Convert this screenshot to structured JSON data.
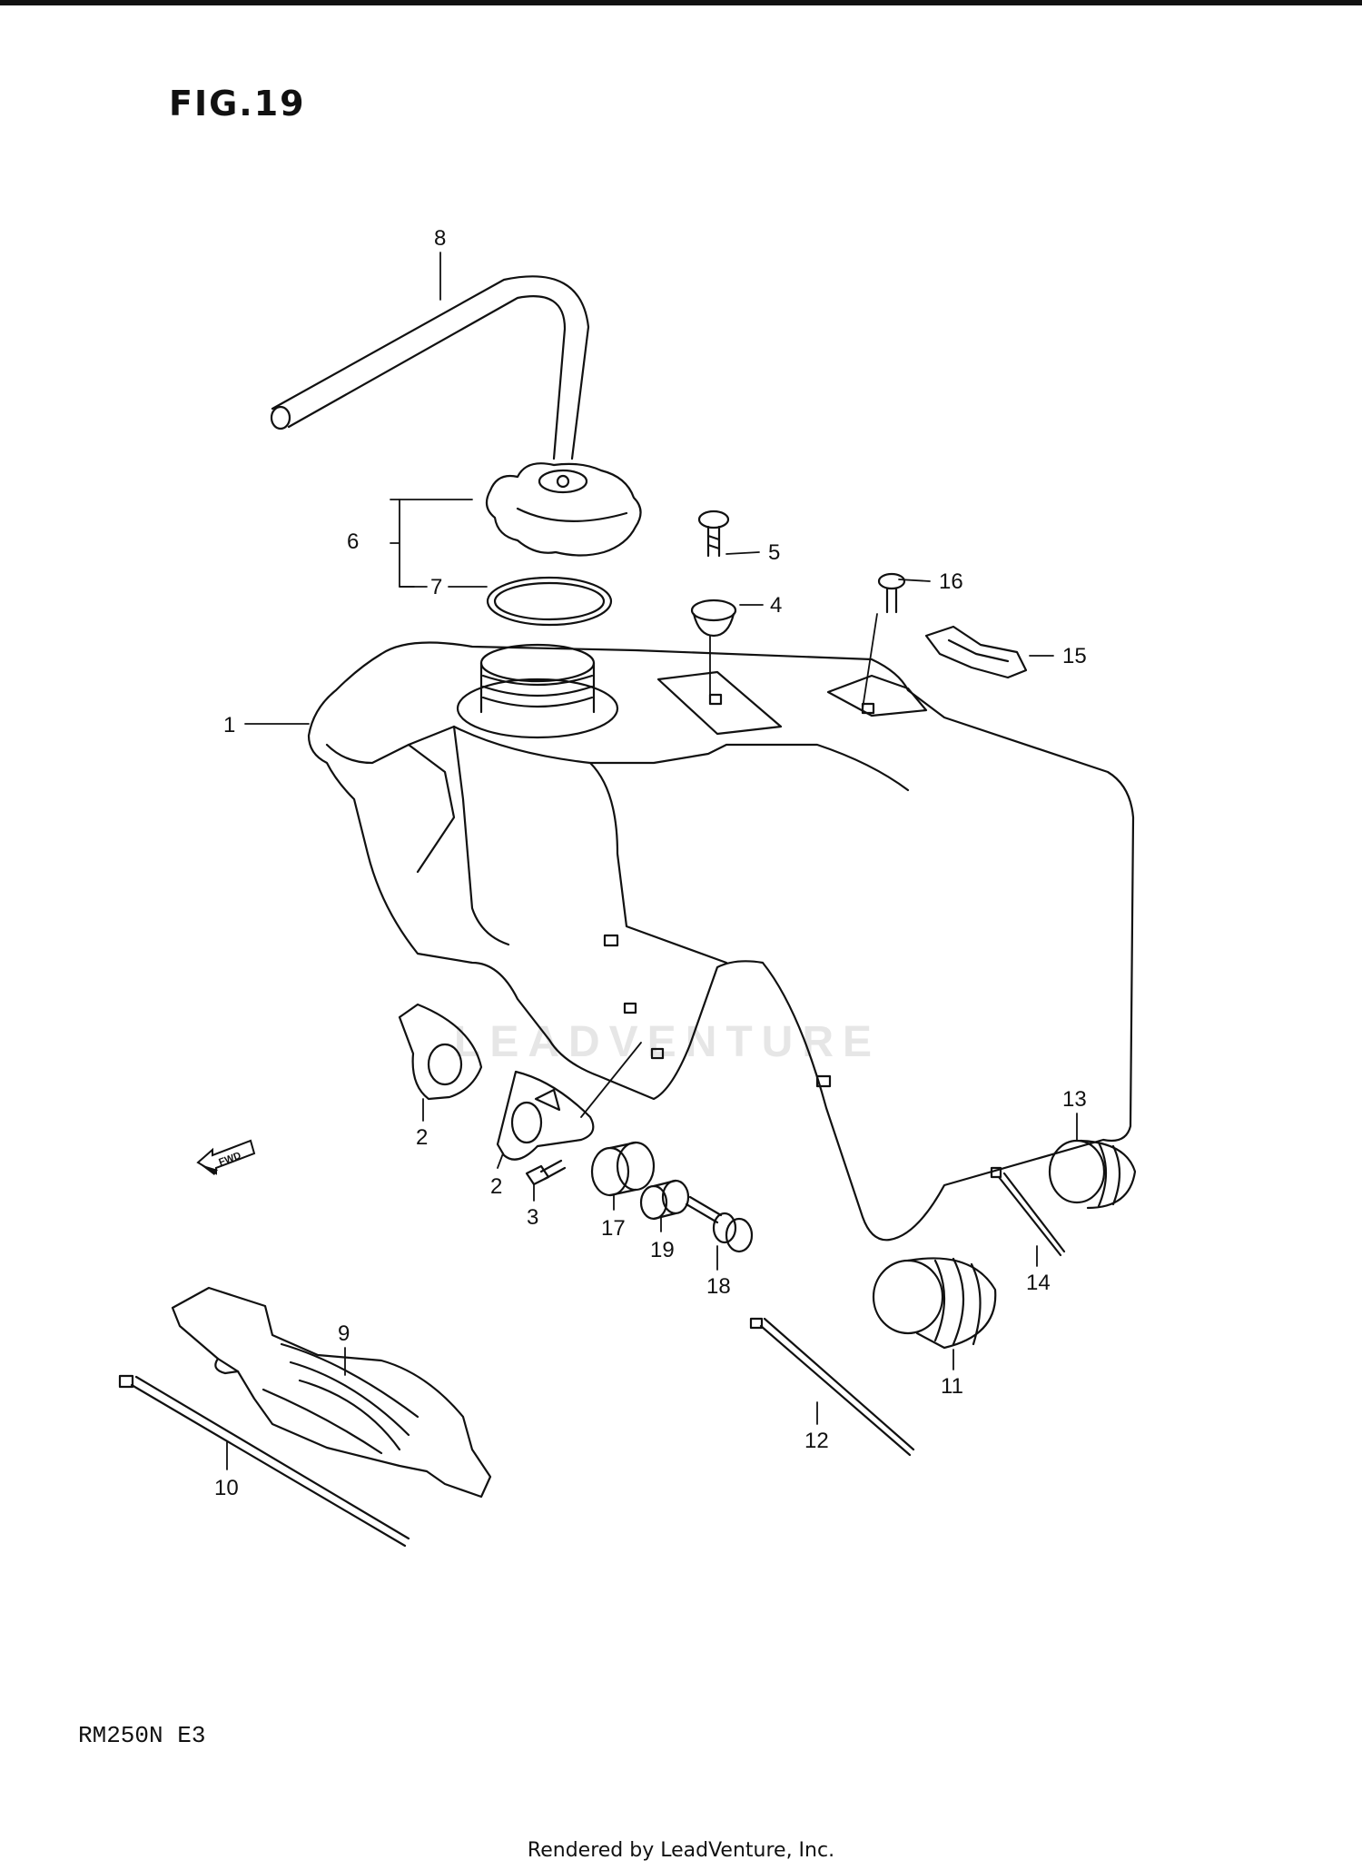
{
  "figure": {
    "title": "FIG.19"
  },
  "callouts": [
    {
      "id": "1",
      "label": "1"
    },
    {
      "id": "2a",
      "label": "2"
    },
    {
      "id": "2b",
      "label": "2"
    },
    {
      "id": "3",
      "label": "3"
    },
    {
      "id": "4",
      "label": "4"
    },
    {
      "id": "5",
      "label": "5"
    },
    {
      "id": "6",
      "label": "6"
    },
    {
      "id": "7",
      "label": "7"
    },
    {
      "id": "8",
      "label": "8"
    },
    {
      "id": "9",
      "label": "9"
    },
    {
      "id": "10",
      "label": "10"
    },
    {
      "id": "11",
      "label": "11"
    },
    {
      "id": "12",
      "label": "12"
    },
    {
      "id": "13",
      "label": "13"
    },
    {
      "id": "14",
      "label": "14"
    },
    {
      "id": "15",
      "label": "15"
    },
    {
      "id": "16",
      "label": "16"
    },
    {
      "id": "17",
      "label": "17"
    },
    {
      "id": "18",
      "label": "18"
    },
    {
      "id": "19",
      "label": "19"
    }
  ],
  "direction_marker": "FWD",
  "model_code": "RM250N E3",
  "watermark": "LEADVENTURE",
  "footer": "Rendered by LeadVenture, Inc.",
  "colors": {
    "line": "#111111",
    "watermark": "#e6e6e6"
  }
}
